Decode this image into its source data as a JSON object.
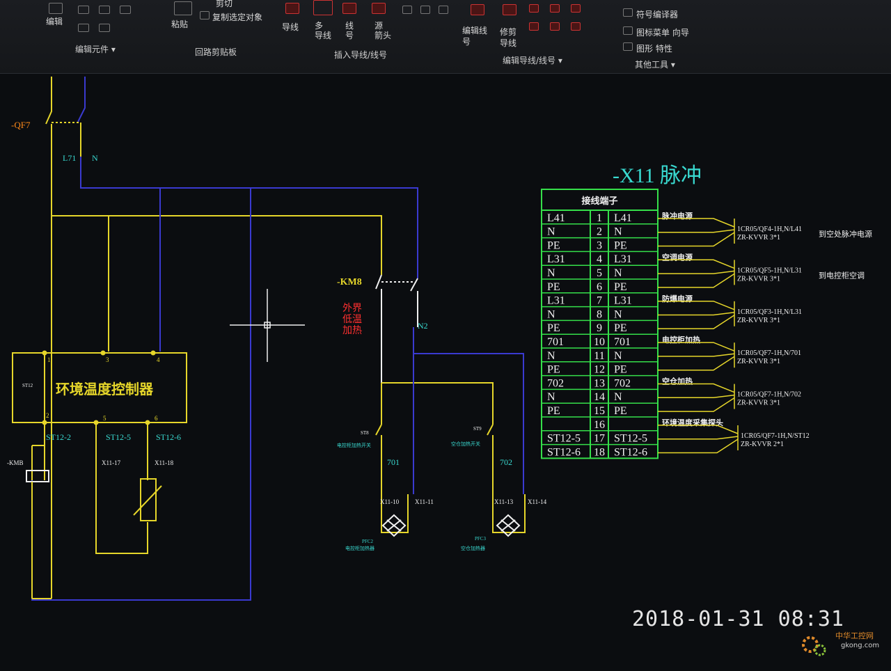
{
  "ribbon": {
    "top_label": "剪切",
    "btn_edit": "编辑",
    "btn_paste": "粘贴",
    "btn_copy_selected": "复制选定对象",
    "btn_wire": "导线",
    "btn_multi_wire": "多\n导线",
    "btn_wire_no": "线\n号",
    "btn_source_arrow": "源\n箭头",
    "btn_edit_wire_no": "编辑线\n号",
    "btn_trim_wire": "修剪\n导线",
    "btn_symbol_builder": "符号编译器",
    "btn_icon_menu_wizard": "图标菜单 向导",
    "btn_graphic_props": "图形 特性",
    "group_edit_components": "编辑元件",
    "group_clipboard": "回路剪贴板",
    "group_insert_wire": "插入导线/线号",
    "group_edit_wire": "编辑导线/线号",
    "group_other_tools": "其他工具"
  },
  "schematic": {
    "qf7": "-QF7",
    "l71": "L71",
    "n": "N",
    "km8": "-KM8",
    "km8_note_1": "外界",
    "km8_note_2": "低温",
    "km8_note_3": "加热",
    "n2": "N2",
    "controller": "环境温度控制器",
    "pin1": "1",
    "pin3": "3",
    "pin4": "4",
    "pin2": "2",
    "pin5": "5",
    "pin6": "6",
    "st12_contact": "ST12",
    "st12_2": "ST12-2",
    "st12_5": "ST12-5",
    "st12_6": "ST12-6",
    "kmb": "-KMB",
    "x11_17": "X11-17",
    "x11_18": "X11-18",
    "st8": "ST8",
    "st8_desc": "电控柜加热开关",
    "w701": "701",
    "x11_10": "X11-10",
    "x11_11": "X11-11",
    "pfc2": "PFC2",
    "pfc2_desc": "电控柜加热器",
    "st9": "ST9",
    "st9_desc": "空仓加热开关",
    "w702": "702",
    "x11_13": "X11-13",
    "x11_14": "X11-14",
    "pfc3": "PFC3",
    "pfc3_desc": "空仓加热器"
  },
  "terminal": {
    "title": "-X11  脉冲",
    "header": "接线端子",
    "rows": [
      {
        "left": "L41",
        "num": "1",
        "right": "L41"
      },
      {
        "left": "N",
        "num": "2",
        "right": "N"
      },
      {
        "left": "PE",
        "num": "3",
        "right": "PE"
      },
      {
        "left": "L31",
        "num": "4",
        "right": "L31"
      },
      {
        "left": "N",
        "num": "5",
        "right": "N"
      },
      {
        "left": "PE",
        "num": "6",
        "right": "PE"
      },
      {
        "left": "L31",
        "num": "7",
        "right": "L31"
      },
      {
        "left": "N",
        "num": "8",
        "right": "N"
      },
      {
        "left": "PE",
        "num": "9",
        "right": "PE"
      },
      {
        "left": "701",
        "num": "10",
        "right": "701"
      },
      {
        "left": "N",
        "num": "11",
        "right": "N"
      },
      {
        "left": "PE",
        "num": "12",
        "right": "PE"
      },
      {
        "left": "702",
        "num": "13",
        "right": "702"
      },
      {
        "left": "N",
        "num": "14",
        "right": "N"
      },
      {
        "left": "PE",
        "num": "15",
        "right": "PE"
      },
      {
        "left": "",
        "num": "16",
        "right": ""
      },
      {
        "left": "ST12-5",
        "num": "17",
        "right": "ST12-5"
      },
      {
        "left": "ST12-6",
        "num": "18",
        "right": "ST12-6"
      }
    ],
    "groups": [
      {
        "label": "脉冲电源",
        "cable": "1CR05/QF4-1H,N/L41",
        "spec": "ZR-KVVR 3*1",
        "dest": "到空处脉冲电源"
      },
      {
        "label": "空调电源",
        "cable": "1CR05/QF5-1H,N/L31",
        "spec": "ZR-KVVR 3*1",
        "dest": "到电控柜空调"
      },
      {
        "label": "防爆电源",
        "cable": "1CR05/QF3-1H,N/L31",
        "spec": "ZR-KVVR 3*1",
        "dest": ""
      },
      {
        "label": "电控柜加热",
        "cable": "1CR05/QF7-1H,N/701",
        "spec": "ZR-KVVR 3*1",
        "dest": ""
      },
      {
        "label": "空仓加热",
        "cable": "1CR05/QF7-1H,N/702",
        "spec": "ZR-KVVR 3*1",
        "dest": ""
      },
      {
        "label": "环境温度采集探头",
        "cable": "1CR05/QF7-1H,N/ST12",
        "spec": "ZR-KVVR 2*1",
        "dest": ""
      }
    ]
  },
  "overlay": {
    "timestamp": "2018-01-31 08:31",
    "watermark_cn": "中华工控网",
    "watermark_url": "gkong.com"
  },
  "colors": {
    "yellow": "#e6d62a",
    "blue": "#3a3ad0",
    "cyan": "#39d9d0",
    "green": "#35e04a",
    "white": "#f0f0f0",
    "red": "#ff3030",
    "orange": "#ff8a1a"
  }
}
